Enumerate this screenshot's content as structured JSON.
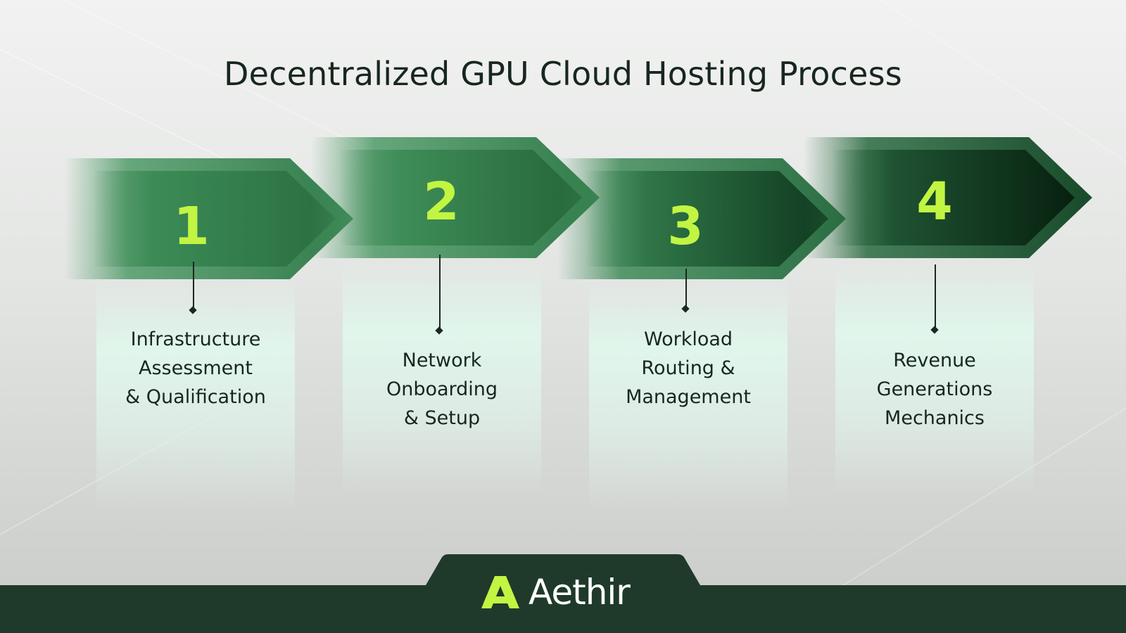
{
  "title": "Decentralized GPU Cloud Hosting Process",
  "colors": {
    "accent_lime": "#c2f542",
    "dark_green": "#1f3a2b",
    "text_dark": "#17271f"
  },
  "steps": [
    {
      "number": "1",
      "label": "Infrastructure\nAssessment\n& Qualification"
    },
    {
      "number": "2",
      "label": "Network\nOnboarding\n& Setup"
    },
    {
      "number": "3",
      "label": "Workload\nRouting &\nManagement"
    },
    {
      "number": "4",
      "label": "Revenue\nGenerations\nMechanics"
    }
  ],
  "brand": {
    "name": "Aethir",
    "icon": "aethir-logo-icon"
  }
}
